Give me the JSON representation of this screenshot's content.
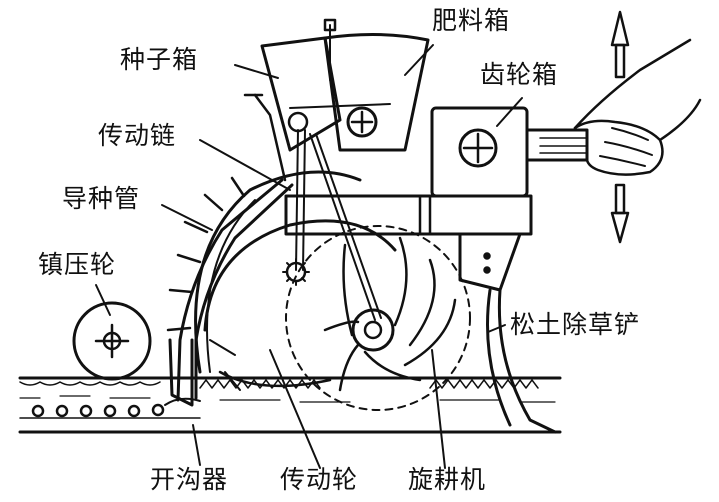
{
  "diagram": {
    "labels": {
      "seed_box": "种子箱",
      "fertilizer_box": "肥料箱",
      "gear_box": "齿轮箱",
      "drive_chain": "传动链",
      "seed_tube": "导种管",
      "press_wheel": "镇压轮",
      "subsoil_weeding_shovel": "松土除草铲",
      "furrow_opener": "开沟器",
      "drive_wheel": "传动轮",
      "rotary_tiller": "旋耕机"
    },
    "colors": {
      "ink": "#111111",
      "soil": "#111111",
      "background": "#ffffff"
    },
    "icons": {
      "motion_arrows": "double-vertical-arrow-icon",
      "hand": "hand-icon"
    }
  }
}
